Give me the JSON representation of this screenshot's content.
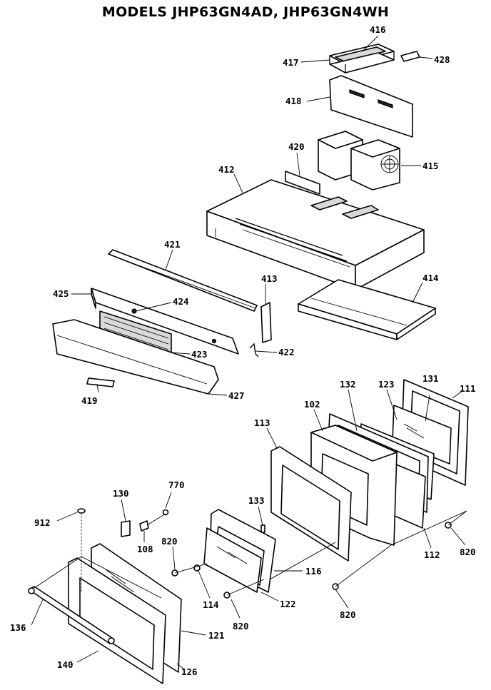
{
  "title": "MODELS JHP63GN4AD, JHP63GN4WH",
  "parts": {
    "p416": "416",
    "p417": "417",
    "p428": "428",
    "p418": "418",
    "p420": "420",
    "p415": "415",
    "p412": "412",
    "p421": "421",
    "p413": "413",
    "p414": "414",
    "p425": "425",
    "p424": "424",
    "p423": "423",
    "p422": "422",
    "p419": "419",
    "p427": "427",
    "p132": "132",
    "p123": "123",
    "p131": "131",
    "p111": "111",
    "p102": "102",
    "p113": "113",
    "p770": "770",
    "p130": "130",
    "p912": "912",
    "p108": "108",
    "p133": "133",
    "p820a": "820",
    "p820b": "820",
    "p820c": "820",
    "p820d": "820",
    "p114": "114",
    "p116": "116",
    "p122": "122",
    "p112": "112",
    "p136": "136",
    "p121": "121",
    "p140": "140",
    "p126": "126"
  }
}
